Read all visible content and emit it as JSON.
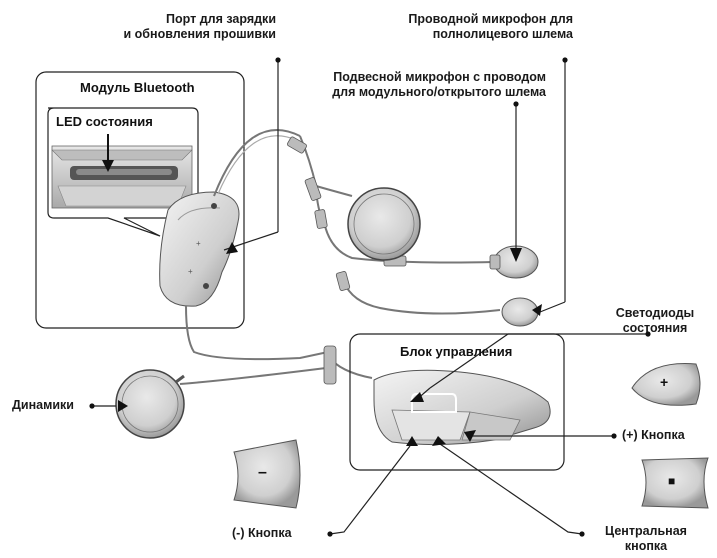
{
  "labels": {
    "charging_port": [
      "Порт для зарядки",
      "и обновления прошивки"
    ],
    "wired_mic_fullface": [
      "Проводной микрофон для",
      "полнолицевого шлема"
    ],
    "boom_mic": [
      "Подвесной микрофон с проводом",
      "для модульного/открытого шлема"
    ],
    "bluetooth_module": "Модуль Bluetooth",
    "led_status": "LED состояния",
    "status_leds": [
      "Светодиоды",
      "состояния"
    ],
    "control_unit": "Блок управления",
    "speakers": "Динамики",
    "plus_button": "(+) Кнопка",
    "minus_button": "(-) Кнопка",
    "center_button": [
      "Центральная",
      "кнопка"
    ]
  },
  "button_symbols": {
    "plus": "+",
    "minus": "–",
    "center": "■"
  }
}
